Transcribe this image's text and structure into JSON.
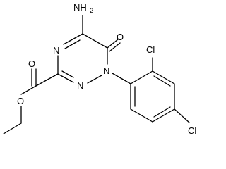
{
  "molecule": {
    "atoms": {
      "amino_n": "NH",
      "amino_h_count": "2",
      "carbonyl_o": "O",
      "ring_n4": "N",
      "ring_n2": "N",
      "ring_n1": "N",
      "ester_o_carbonyl": "O",
      "ester_o_ether": "O",
      "cl_ortho": "Cl",
      "cl_para": "Cl"
    }
  }
}
